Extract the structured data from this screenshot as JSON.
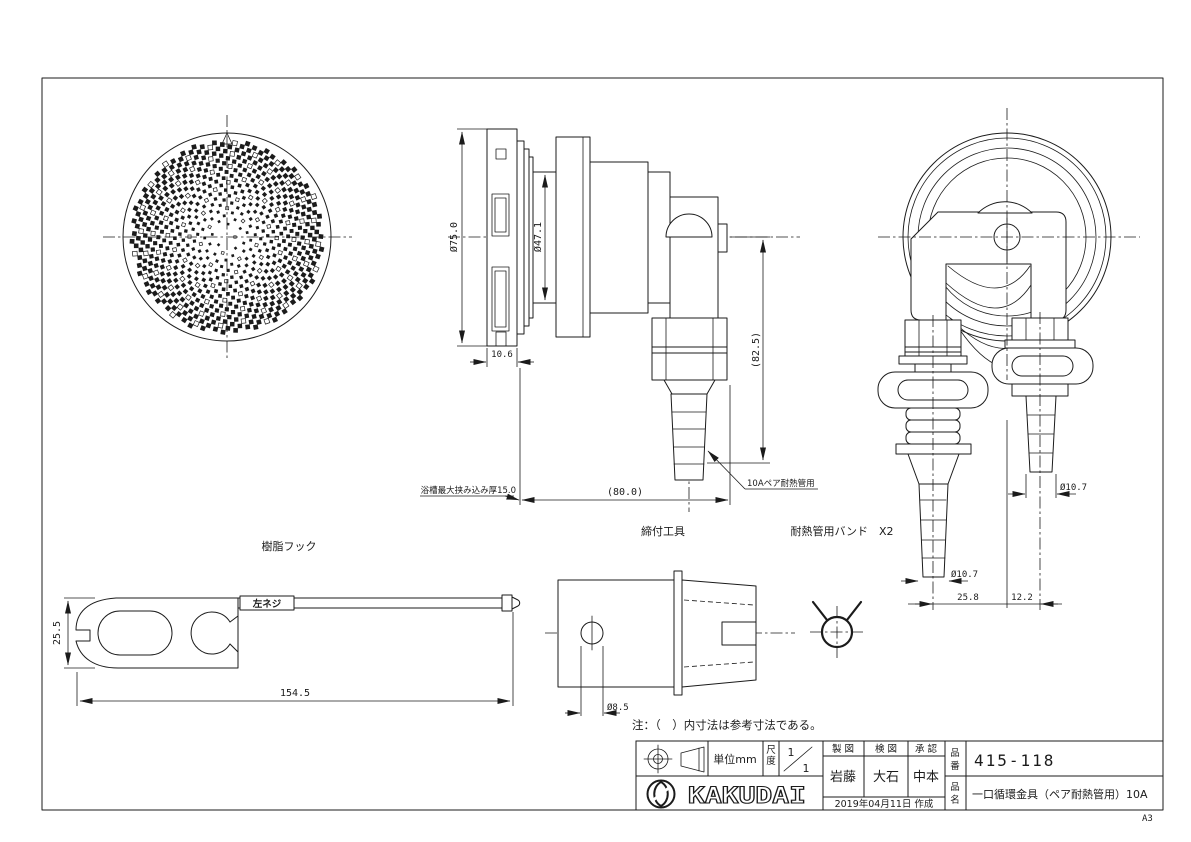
{
  "page": {
    "sheet_size": "A3",
    "note": "注：（　）内寸法は参考寸法である。"
  },
  "views": {
    "hook_label": "樹脂フック",
    "tool_label": "締付工具",
    "band_label": "耐熱管用バンド　X2",
    "left_thread": "左ネジ",
    "leader_10a": "10Aペア耐熱管用",
    "max_clamp_note": "浴槽最大挟み込み厚15.0"
  },
  "dims": {
    "d75": "Ø75.0",
    "d471": "Ø47.1",
    "w106": "10.6",
    "h825": "(82.5)",
    "w80": "(80.0)",
    "d107_left": "Ø10.7",
    "d107_right": "Ø10.7",
    "w258": "25.8",
    "w122": "12.2",
    "h255": "25.5",
    "w1545": "154.5",
    "d85": "Ø8.5"
  },
  "title_block": {
    "unit": "単位mm",
    "scale_label": "尺度",
    "scale_numerator": "1",
    "scale_denominator": "1",
    "drafted_label": "製 図",
    "checked_label": "検 図",
    "approved_label": "承 認",
    "drafted_by": "岩藤",
    "checked_by": "大石",
    "approved_by": "中本",
    "date": "2019年04月11日 作成",
    "part_no_label": "品番",
    "part_no": "415-118",
    "part_name_label": "品名",
    "part_name": "一口循環金具（ペア耐熱管用）10A",
    "brand": "KAKUDAI"
  }
}
